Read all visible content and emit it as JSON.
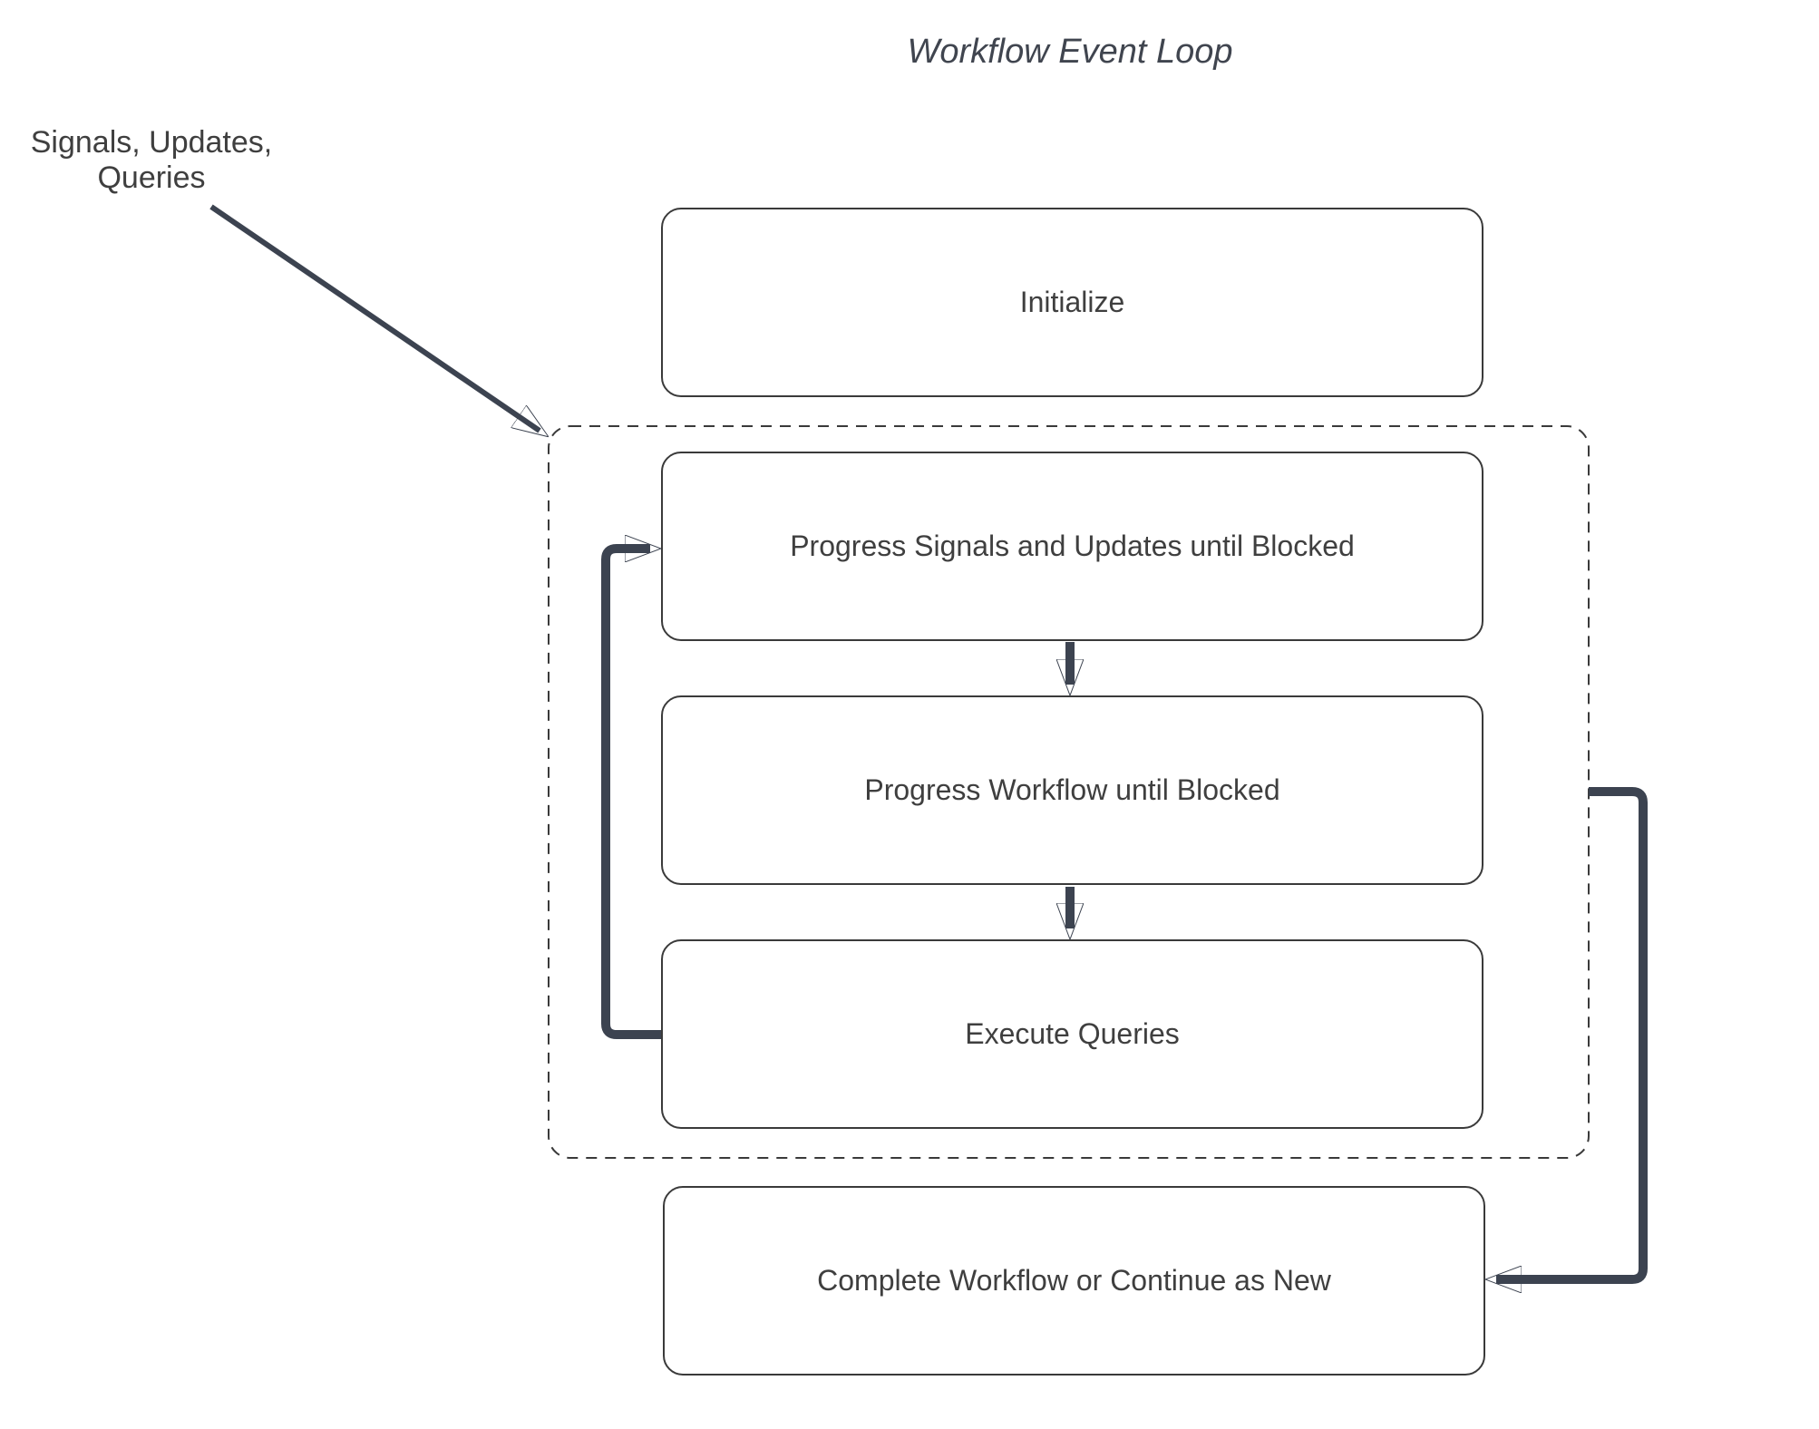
{
  "title": "Workflow Event Loop",
  "annotation": {
    "label": "Signals, Updates,\nQueries"
  },
  "nodes": {
    "initialize": {
      "label": "Initialize"
    },
    "progress_signals": {
      "label": "Progress Signals and Updates until Blocked"
    },
    "progress_workflow": {
      "label": "Progress Workflow until Blocked"
    },
    "execute_queries": {
      "label": "Execute Queries"
    },
    "complete": {
      "label": "Complete Workflow or Continue as New"
    }
  },
  "edges": [
    {
      "name": "signals-annotation-to-event-loop",
      "from": "signals-updates-queries-annotation",
      "to": "event-loop-dashed-container",
      "style": "thin-arrow"
    },
    {
      "name": "progress-signals-to-progress-workflow",
      "from": "progress_signals",
      "to": "progress_workflow",
      "style": "thick-arrow"
    },
    {
      "name": "progress-workflow-to-execute-queries",
      "from": "progress_workflow",
      "to": "execute_queries",
      "style": "thick-arrow"
    },
    {
      "name": "execute-queries-loop-back-to-progress-signals",
      "from": "execute_queries",
      "to": "progress_signals",
      "style": "thick-arrow"
    },
    {
      "name": "event-loop-exit-to-complete",
      "from": "event-loop-dashed-container",
      "to": "complete",
      "style": "thick-arrow"
    }
  ],
  "colors": {
    "background": "#FFFFFF",
    "node_border": "#3A3A3A",
    "dashed_border": "#3A3A3A",
    "arrow": "#3C4350",
    "text": "#3F3F3F",
    "title_text": "#40454F"
  }
}
